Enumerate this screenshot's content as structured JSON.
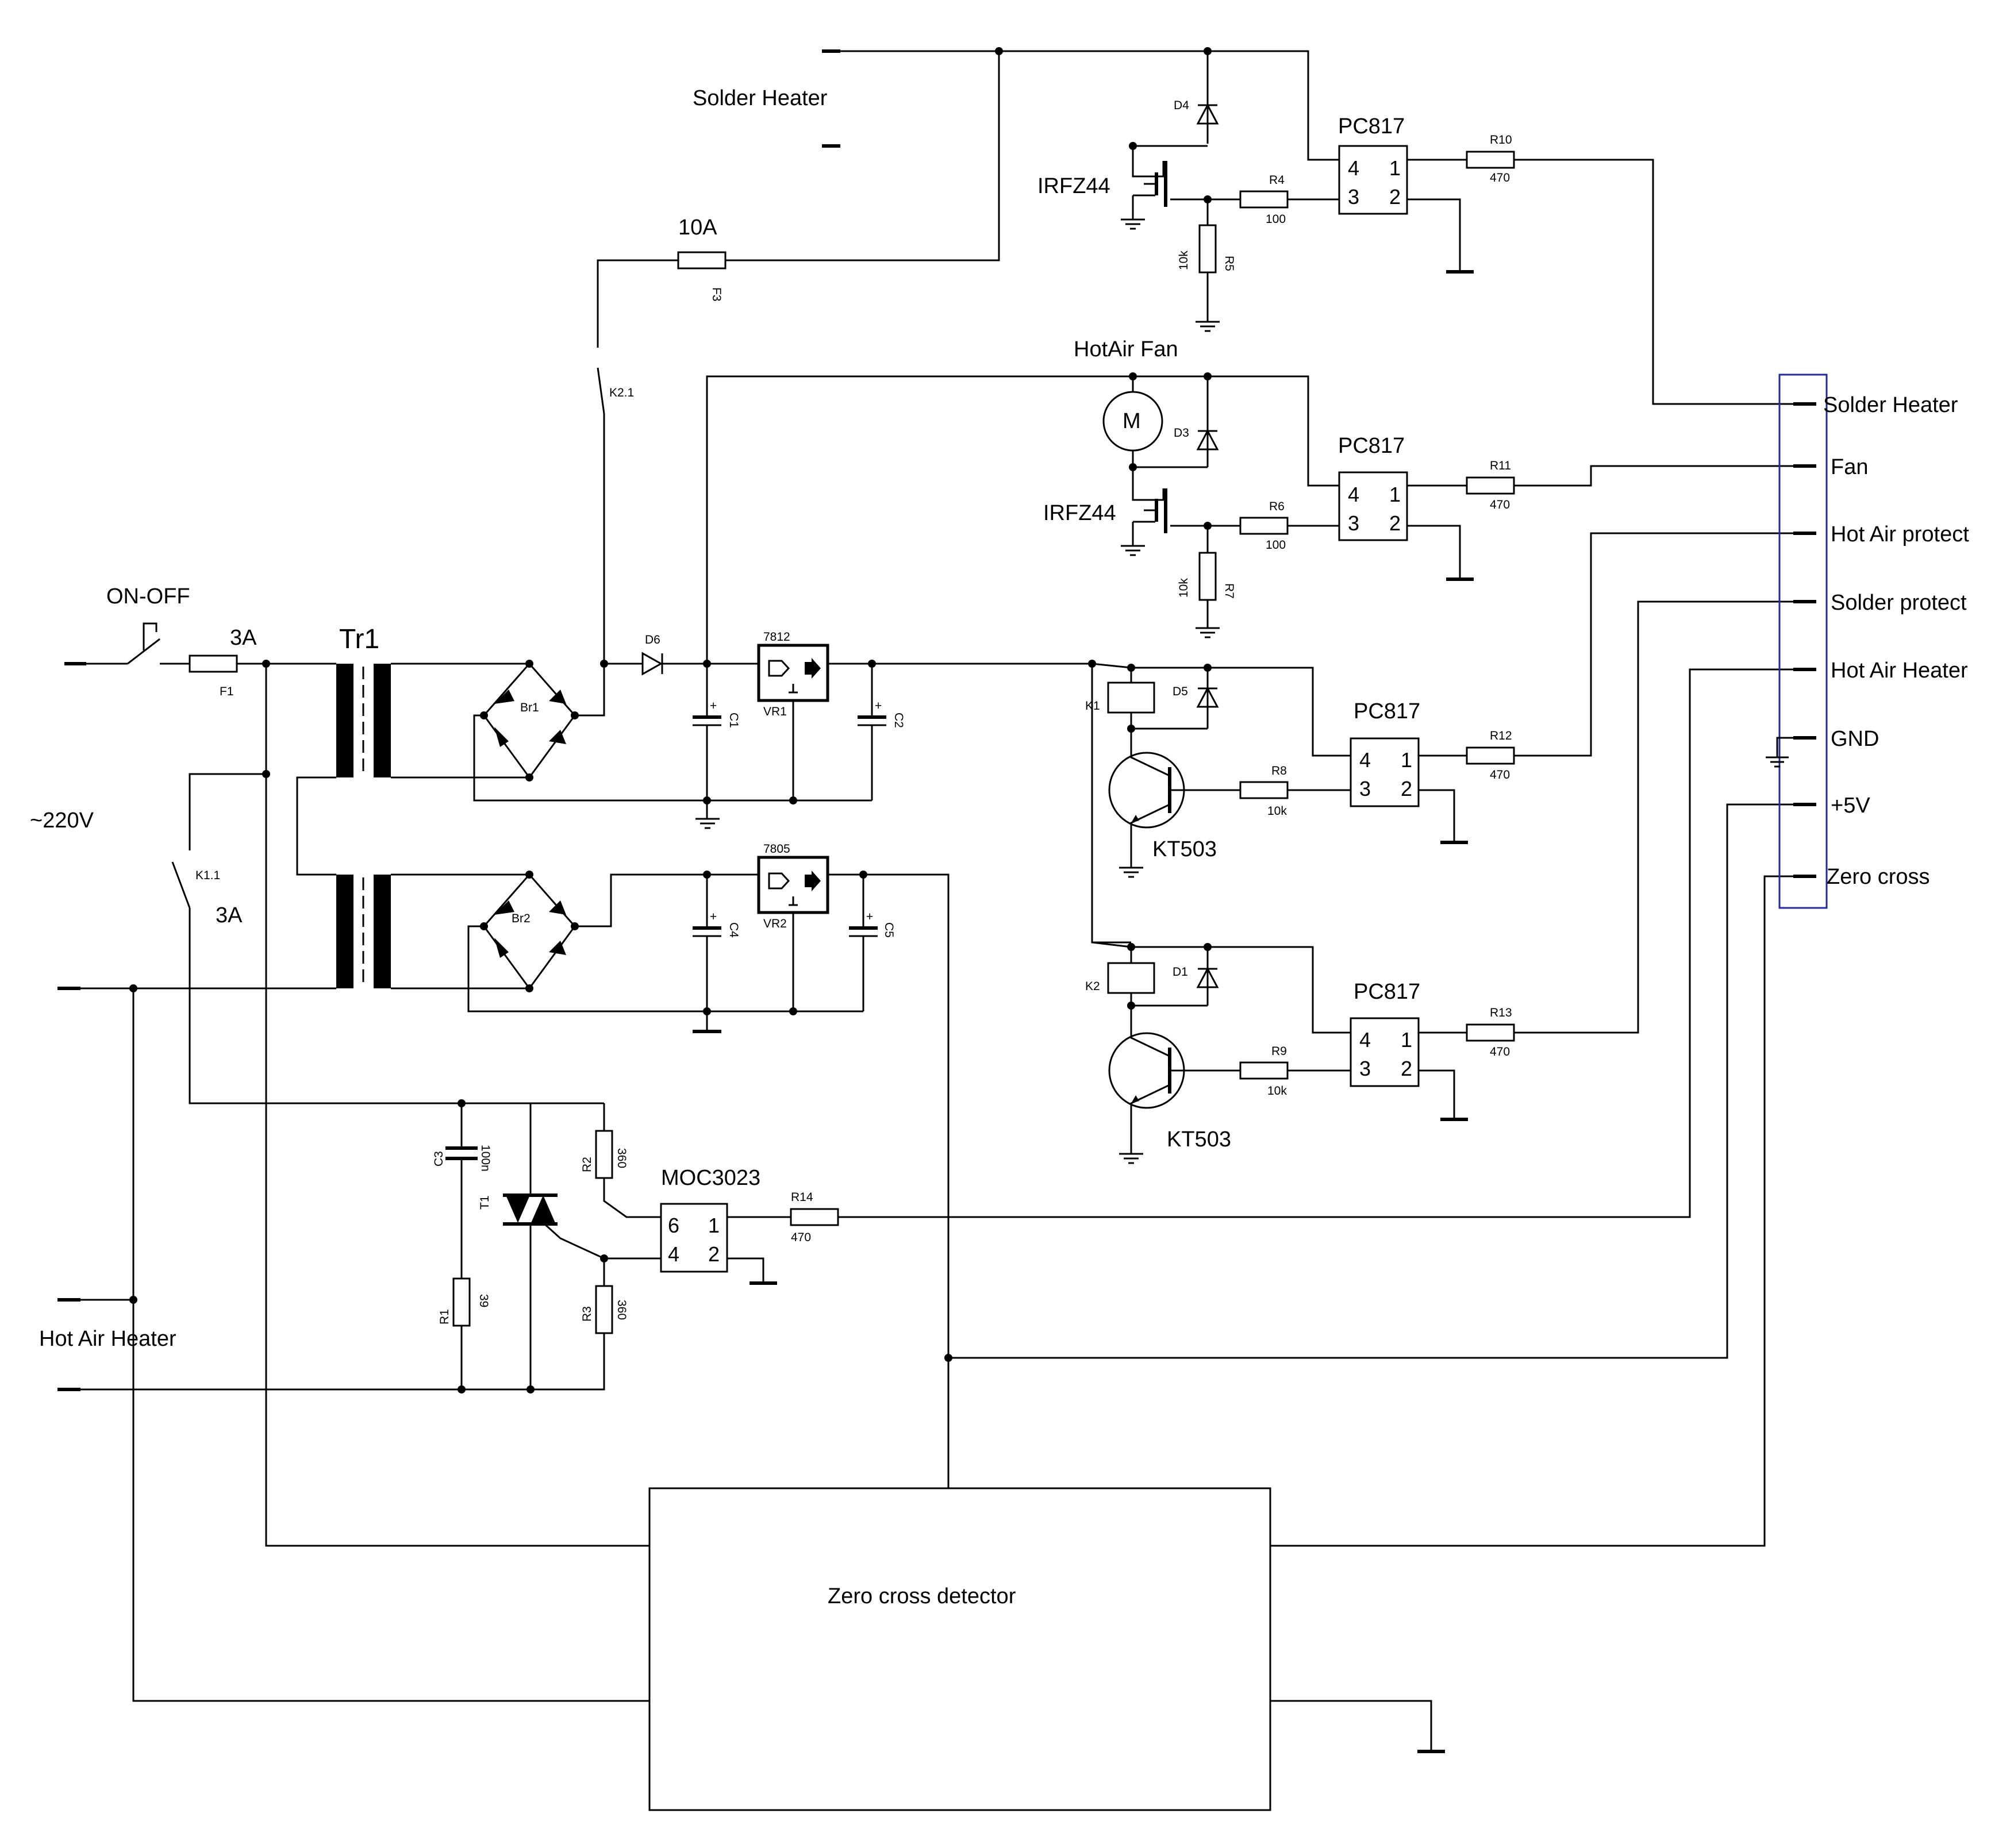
{
  "labels": {
    "solder_heater": "Solder Heater",
    "hotair_fan": "HotAir Fan",
    "on_off": "ON-OFF",
    "mains": "~220V",
    "hot_air_heater": "Hot Air Heater",
    "tr1": "Tr1",
    "zero_cross_detector": "Zero cross detector",
    "fuse_10a": "10A",
    "fuse_3a_top": "3A",
    "fuse_3a_k11": "3A"
  },
  "components": {
    "f1": "F1",
    "f3": "F3",
    "k21": "K2.1",
    "k11": "K1.1",
    "k1": "K1",
    "k2": "K2",
    "br1": "Br1",
    "br2": "Br2",
    "d1": "D1",
    "d3": "D3",
    "d4": "D4",
    "d5": "D5",
    "d6": "D6",
    "c1": "C1",
    "c2": "C2",
    "c3": "C3",
    "c3_val": "100n",
    "c4": "C4",
    "c5": "C5",
    "vr1": "VR1",
    "vr1_type": "7812",
    "vr2": "VR2",
    "vr2_type": "7805",
    "q_top": "IRFZ44",
    "q_fan": "IRFZ44",
    "r4": "R4",
    "r4_val": "100",
    "r5": "R5",
    "r5_val": "10k",
    "r6": "R6",
    "r6_val": "100",
    "r7": "R7",
    "r7_val": "10k",
    "r8": "R8",
    "r8_val": "10k",
    "r9": "R9",
    "r9_val": "10k",
    "r10": "R10",
    "r10_val": "470",
    "r11": "R11",
    "r11_val": "470",
    "r12": "R12",
    "r12_val": "470",
    "r13": "R13",
    "r13_val": "470",
    "r14": "R14",
    "r14_val": "470",
    "r1": "R1",
    "r1_val": "39",
    "r2": "R2",
    "r2_val": "360",
    "r3": "R3",
    "r3_val": "360",
    "t1": "T1",
    "kt503_1": "KT503",
    "kt503_2": "KT503",
    "pc817_1": "PC817",
    "pc817_2": "PC817",
    "pc817_3": "PC817",
    "pc817_4": "PC817",
    "moc": "MOC3023"
  },
  "opto_pins": {
    "p4": "4",
    "p1": "1",
    "p3": "3",
    "p2": "2",
    "p6": "6"
  },
  "connector": {
    "pins": [
      "Solder Heater",
      "Fan",
      "Hot Air protect",
      "Solder protect",
      "Hot Air Heater",
      "GND",
      "+5V",
      "Zero cross"
    ],
    "border_color": "#1f2d9a"
  }
}
